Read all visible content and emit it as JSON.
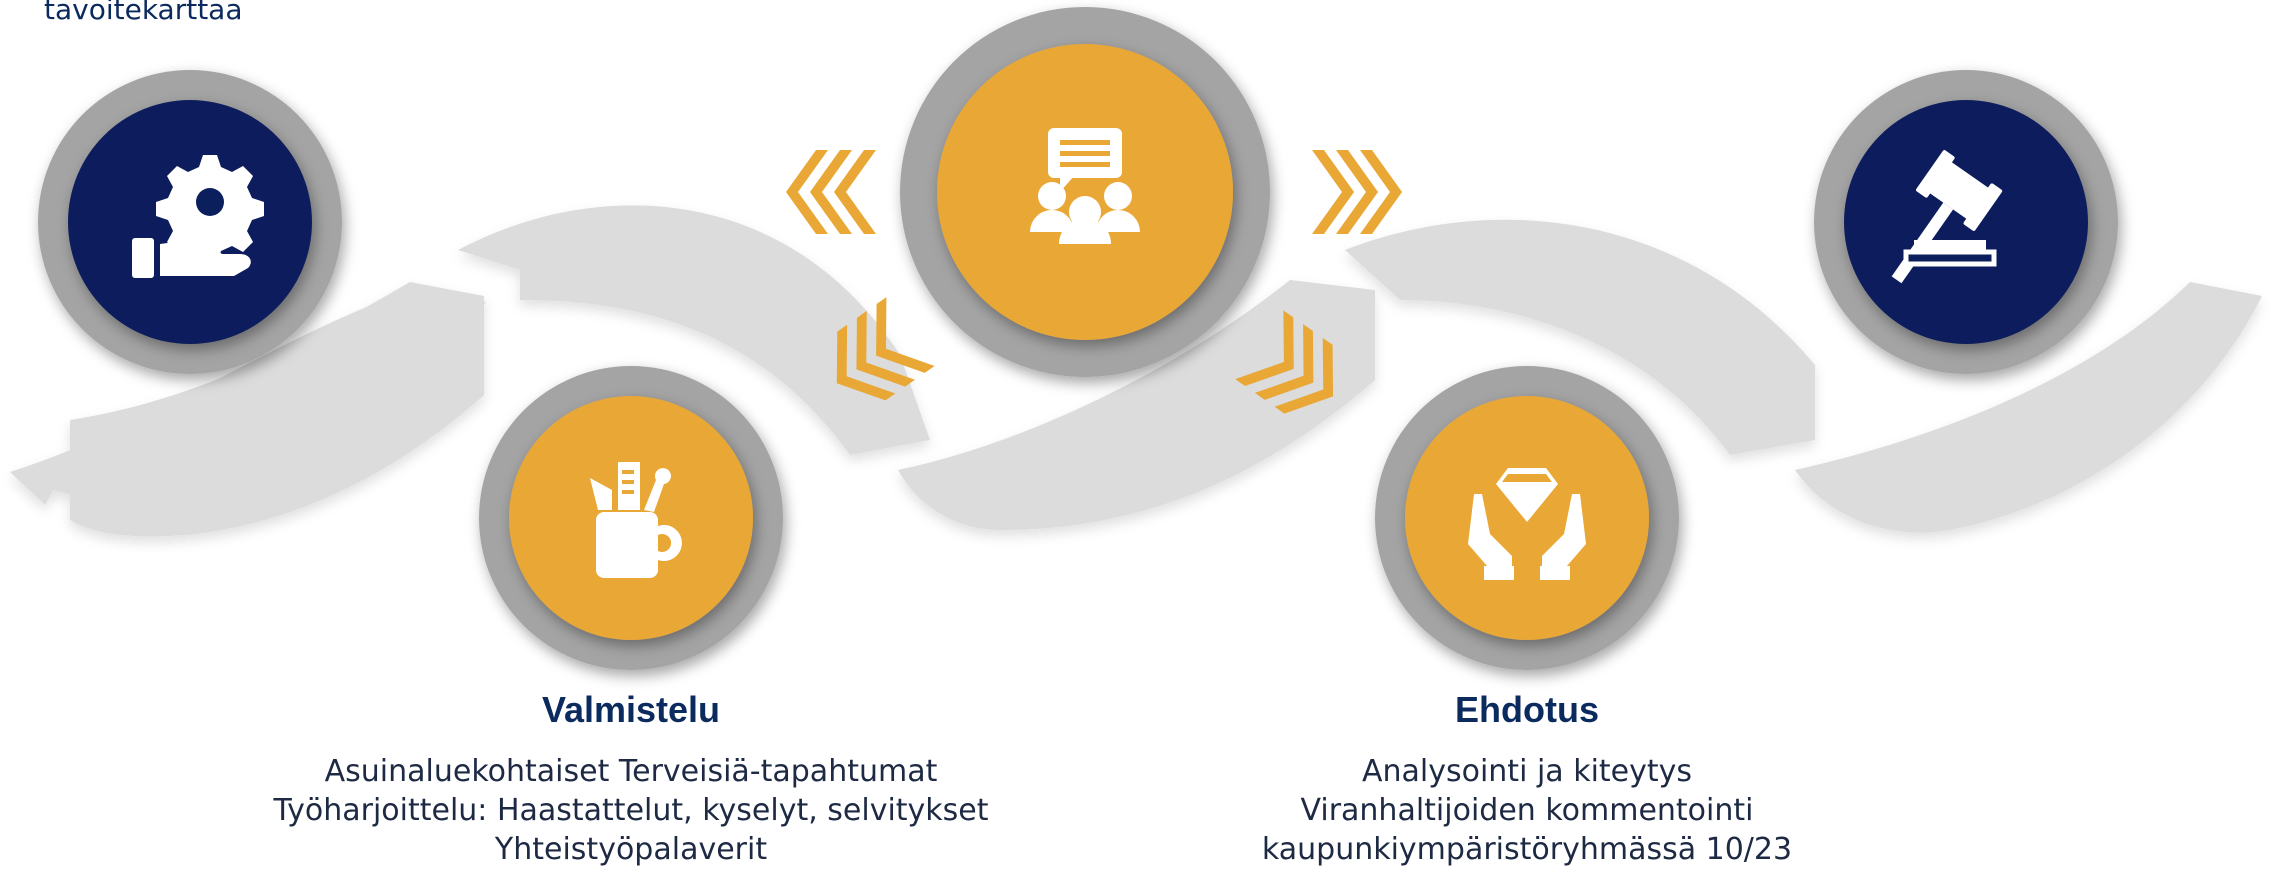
{
  "top_text": "tavoitekarttaa",
  "colors": {
    "navy": "#0b1f5c",
    "gold": "#e9a736",
    "ring": "#a4a4a4",
    "band": "#dcdcdc"
  },
  "steps": [
    {
      "icon": "hand-gear-icon"
    },
    {
      "icon": "pencil-cup-icon"
    },
    {
      "icon": "discussion-group-icon"
    },
    {
      "icon": "hands-diamond-icon"
    },
    {
      "icon": "gavel-icon"
    }
  ],
  "captions": [
    {
      "title": "Valmistelu",
      "lines": [
        "Asuinaluekohtaiset Terveisiä-tapahtumat",
        "Työharjoittelu: Haastattelut, kyselyt, selvitykset",
        "Yhteistyöpalaverit"
      ]
    },
    {
      "title": "Ehdotus",
      "lines": [
        "Analysointi ja kiteytys",
        "Viranhaltijoiden kommentointi",
        "kaupunkiympäristöryhmässä 10/23"
      ]
    }
  ]
}
